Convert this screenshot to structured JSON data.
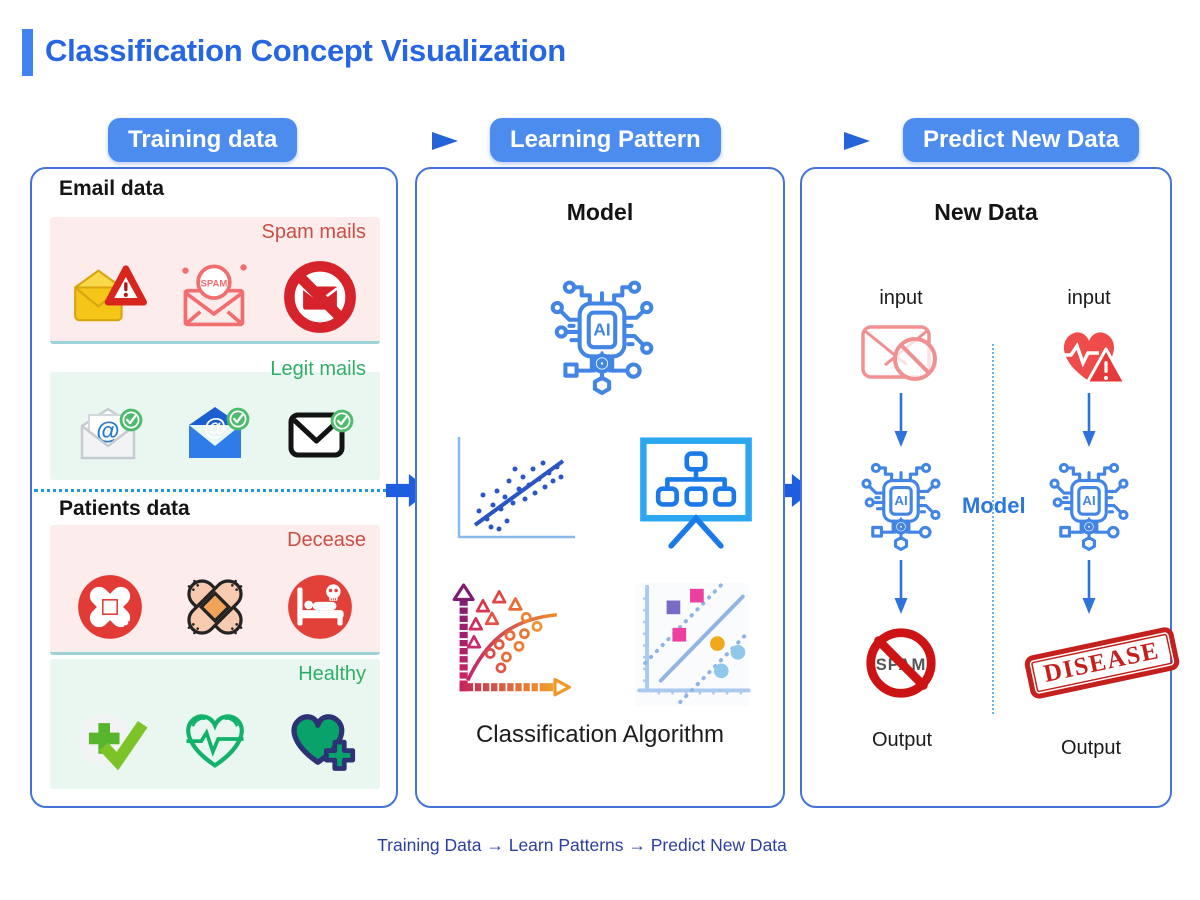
{
  "header": {
    "title": "Classification Concept Visualization"
  },
  "pills": {
    "training": "Training data",
    "learning": "Learning Pattern",
    "predict": "Predict New Data"
  },
  "training_panel": {
    "email_heading": "Email data",
    "spam_group_label": "Spam mails",
    "legit_group_label": "Legit mails",
    "patients_heading": "Patients data",
    "decease_group_label": "Decease",
    "healthy_group_label": "Healthy",
    "spam_stamp_text": "SPAM"
  },
  "learning_panel": {
    "model_heading": "Model",
    "caption": "Classification Algorithm"
  },
  "predict_panel": {
    "heading": "New Data",
    "left_input_label": "input",
    "right_input_label": "input",
    "model_label": "Model",
    "left_output_label": "Output",
    "right_output_label": "Output",
    "spam_output_text": "SPAM",
    "disease_output_text": "DISEASE"
  },
  "footer": {
    "caption": "Training Data → Learn Patterns → Predict New Data"
  },
  "icons": {
    "ai_chip_label": "AI",
    "at_symbol": "@",
    "names": [
      "warning-envelope-icon",
      "spam-stamp-envelope-icon",
      "blocked-mail-icon",
      "verified-open-envelope-icon",
      "verified-blue-envelope-icon",
      "verified-closed-envelope-icon",
      "bandage-red-circle-icon",
      "crossed-bandage-icon",
      "hospital-bed-icon",
      "medical-cross-check-icon",
      "heart-pulse-icon",
      "heart-plus-icon",
      "ai-chip-icon",
      "scatter-regression-icon",
      "decision-tree-board-icon",
      "gradient-classification-chart-icon",
      "svm-margin-plot-icon",
      "blocked-envelope-input-icon",
      "heart-alert-input-icon",
      "spam-block-output-icon",
      "disease-stamp"
    ]
  },
  "colors": {
    "accent_blue": "#2766e2",
    "pill_blue": "#4d8cef",
    "panel_border": "#4374d6",
    "arrow_blue": "#1e5ede",
    "spam_red": "#c94f46",
    "legit_green": "#2fae66",
    "pink_bg": "#fcecec",
    "green_bg": "#eaf7f0",
    "caption_navy": "#2b3f9f",
    "stamp_red": "#c4201d"
  }
}
